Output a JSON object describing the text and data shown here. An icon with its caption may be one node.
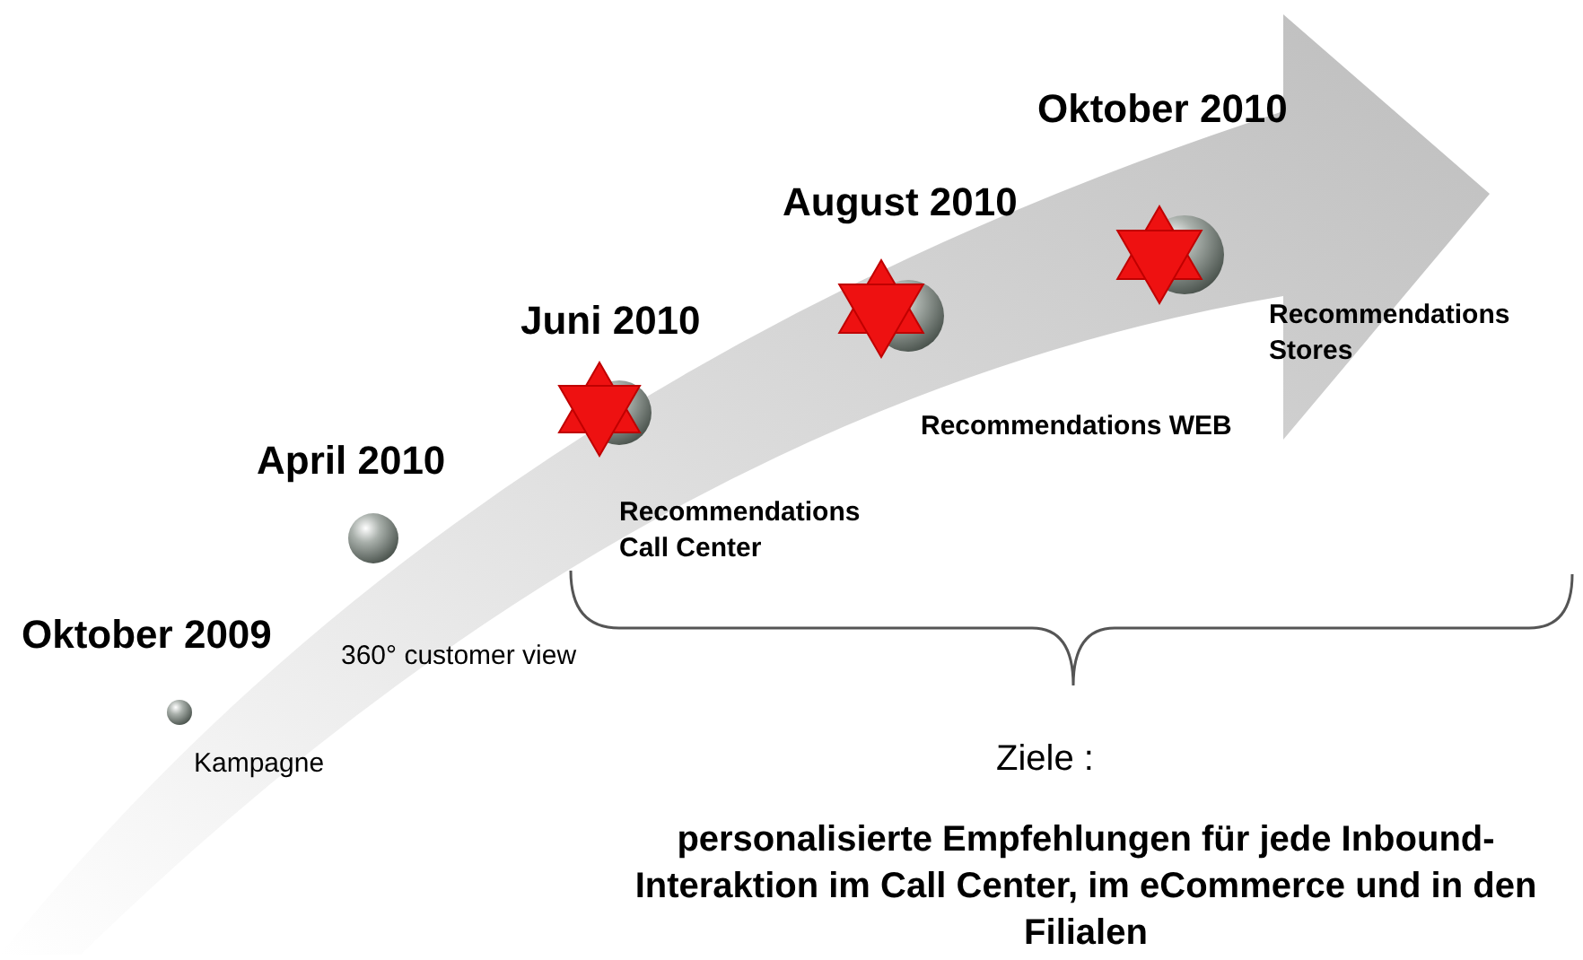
{
  "diagram": {
    "labels": [
      "Oktober 2010",
      "August 2010",
      "Juni 2010",
      "Recommendations Stores",
      "Recommendations WEB",
      "April 2010",
      "Recommendations Call Center",
      "Oktober 2009",
      "360° customer view",
      "Ziele :",
      "Kampagne",
      "personalisierte Empfehlungen für jede Inbound-Interaktion im Call Center, im eCommerce und in den Filialen"
    ]
  }
}
